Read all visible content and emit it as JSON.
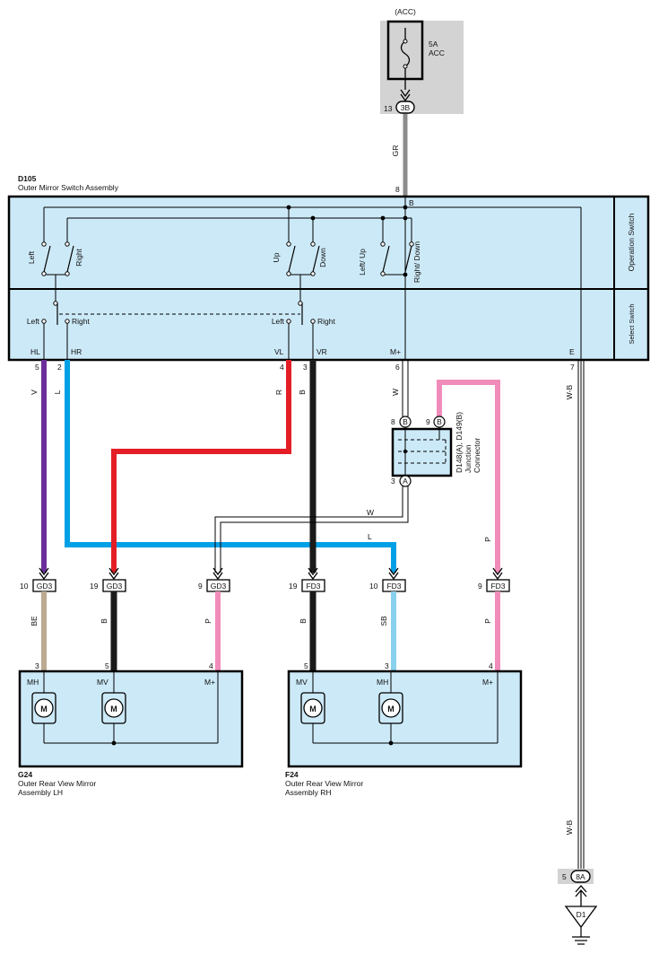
{
  "fuse": {
    "acc_top": "(ACC)",
    "rating": "5A",
    "name": "ACC",
    "pin": "13",
    "connector": "3B"
  },
  "feed_wire": {
    "color_code": "GR",
    "pin": "8"
  },
  "switch_assembly": {
    "id": "D105",
    "name": "Outer Mirror Switch Assembly",
    "operation_label": "Operation Switch",
    "select_label": "Select Switch",
    "node_b": "B",
    "op_switches": [
      "Left",
      "Right",
      "Up",
      "Down",
      "Left/ Up",
      "Right/ Down"
    ],
    "select_positions": [
      "Left",
      "Right",
      "Left",
      "Right"
    ],
    "terminals": [
      {
        "name": "HL",
        "pin": "5",
        "wire": "V"
      },
      {
        "name": "HR",
        "pin": "2",
        "wire": "L"
      },
      {
        "name": "VL",
        "pin": "4",
        "wire": "R"
      },
      {
        "name": "VR",
        "pin": "3",
        "wire": "B"
      },
      {
        "name": "M+",
        "pin": "6",
        "wire": "W"
      },
      {
        "name": "E",
        "pin": "7",
        "wire": "W-B"
      }
    ]
  },
  "junction": {
    "name_line1": "D148(A), D149(B)",
    "name_line2": "Junction",
    "name_line3": "Connector",
    "pin_b1": "8",
    "pin_b2": "9",
    "pin_a": "3",
    "letter_b": "B",
    "letter_a": "A"
  },
  "wire_labels": {
    "w_mid": "W",
    "l_mid": "L",
    "p_mid": "P",
    "wb_lower": "W-B"
  },
  "connectors": [
    {
      "pin": "10",
      "name": "GD3",
      "wire_below": "BE"
    },
    {
      "pin": "19",
      "name": "GD3",
      "wire_below": "B"
    },
    {
      "pin": "9",
      "name": "GD3",
      "wire_below": "P"
    },
    {
      "pin": "19",
      "name": "FD3",
      "wire_below": "B"
    },
    {
      "pin": "10",
      "name": "FD3",
      "wire_below": "SB"
    },
    {
      "pin": "9",
      "name": "FD3",
      "wire_below": "P"
    }
  ],
  "mirror_lh": {
    "id": "G24",
    "name_line1": "Outer Rear View Mirror",
    "name_line2": "Assembly LH",
    "pins": [
      "3",
      "5",
      "4"
    ],
    "terminals": [
      "MH",
      "MV",
      "M+"
    ],
    "motor": "M"
  },
  "mirror_rh": {
    "id": "F24",
    "name_line1": "Outer Rear View Mirror",
    "name_line2": "Assembly RH",
    "pins": [
      "5",
      "3",
      "4"
    ],
    "terminals": [
      "MV",
      "MH",
      "M+"
    ],
    "motor": "M"
  },
  "ground": {
    "pin": "5",
    "connector": "8A",
    "id": "D1"
  },
  "colors": {
    "box_fill": "#cce9f7",
    "fuse_gray": "#d3d3d3",
    "wire_gr": "#8c8c8c",
    "wire_v": "#6b2f9a",
    "wire_l": "#00a0e6",
    "wire_r": "#e41e26",
    "wire_b": "#1a1a1a",
    "wire_p": "#f08cba",
    "wire_be": "#bba990",
    "wire_sb": "#88d0ee"
  }
}
